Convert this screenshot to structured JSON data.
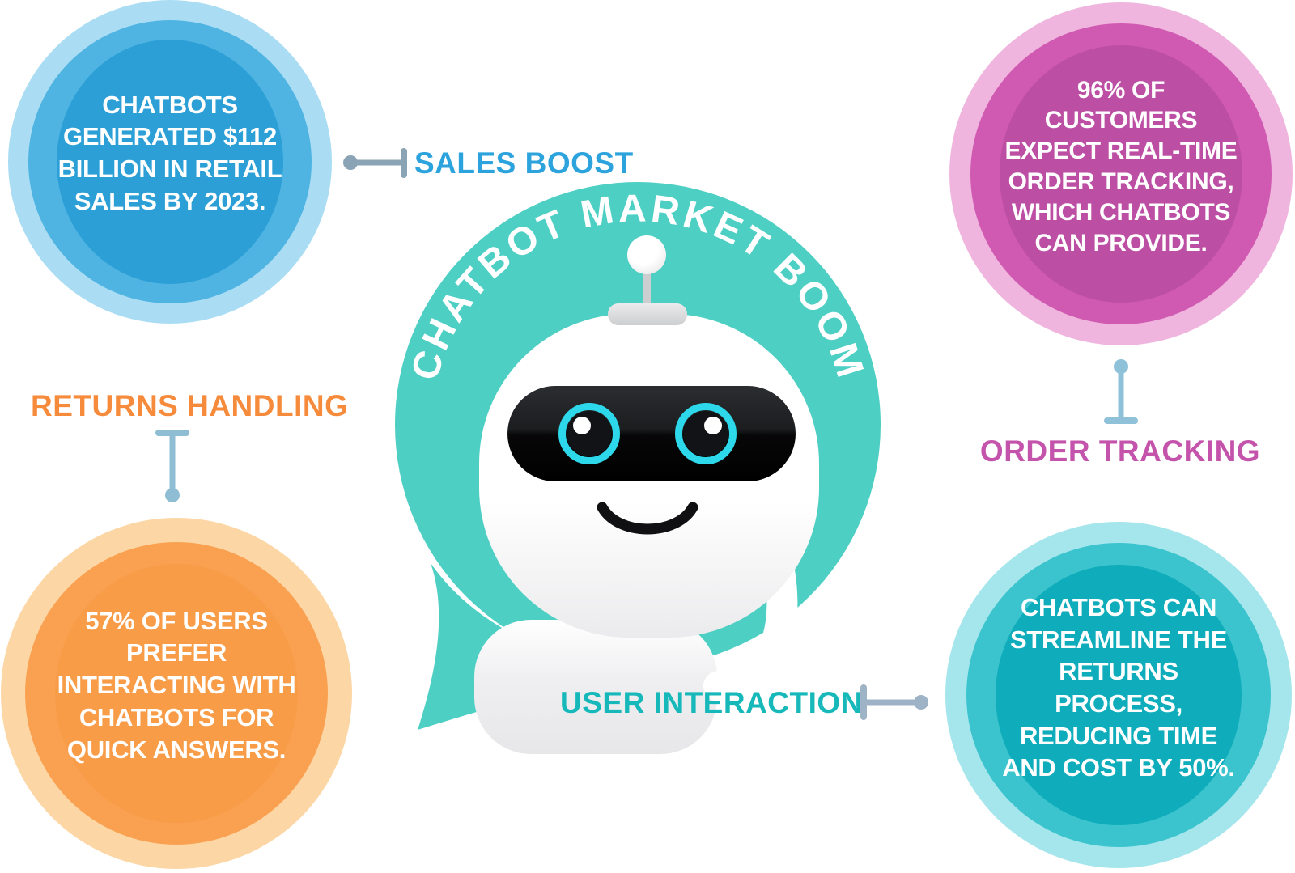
{
  "title": "CHATBOT MARKET BOOM",
  "bubbles": {
    "sales": {
      "label": "SALES BOOST",
      "text": "CHATBOTS\nGENERATED $112\nBILLION IN RETAIL\nSALES BY 2023.",
      "label_color": "#2ca3dd",
      "ring_colors": [
        "#aaddf3",
        "#4fb4e2",
        "#2b9fd6"
      ]
    },
    "order_tracking": {
      "label": "ORDER TRACKING",
      "text": "96% OF\nCUSTOMERS\nEXPECT REAL-TIME\nORDER TRACKING,\nWHICH CHATBOTS\nCAN PROVIDE.",
      "label_color": "#c454ab",
      "ring_colors": [
        "#efb5de",
        "#d05ab1",
        "#bc4fa3"
      ]
    },
    "returns_handling": {
      "label": "RETURNS HANDLING",
      "text": "57% OF USERS\nPREFER\nINTERACTING WITH\nCHATBOTS FOR\nQUICK ANSWERS.",
      "label_color": "#f68b3c",
      "ring_colors": [
        "#fcd7a5",
        "#f9a151",
        "#f89c48"
      ]
    },
    "user_interaction": {
      "label": "USER INTERACTION",
      "text": "CHATBOTS CAN\nSTREAMLINE THE\nRETURNS PROCESS,\nREDUCING TIME\nAND COST BY 50%.",
      "label_color": "#16b8ba",
      "ring_colors": [
        "#a5e6ec",
        "#3bc4ce",
        "#0fadbb"
      ]
    }
  },
  "colors": {
    "speech_bubble_teal": "#4dcfc4",
    "title_text": "#ffffff",
    "connector_sales": "#8aa4b6",
    "connector_order": "#8fc1d8",
    "connector_returns": "#8fbdd3",
    "connector_interaction": "#9fb3c6",
    "eye_ring_cyan": "#2dd8ea",
    "visor_black": "#0a0a0b"
  }
}
